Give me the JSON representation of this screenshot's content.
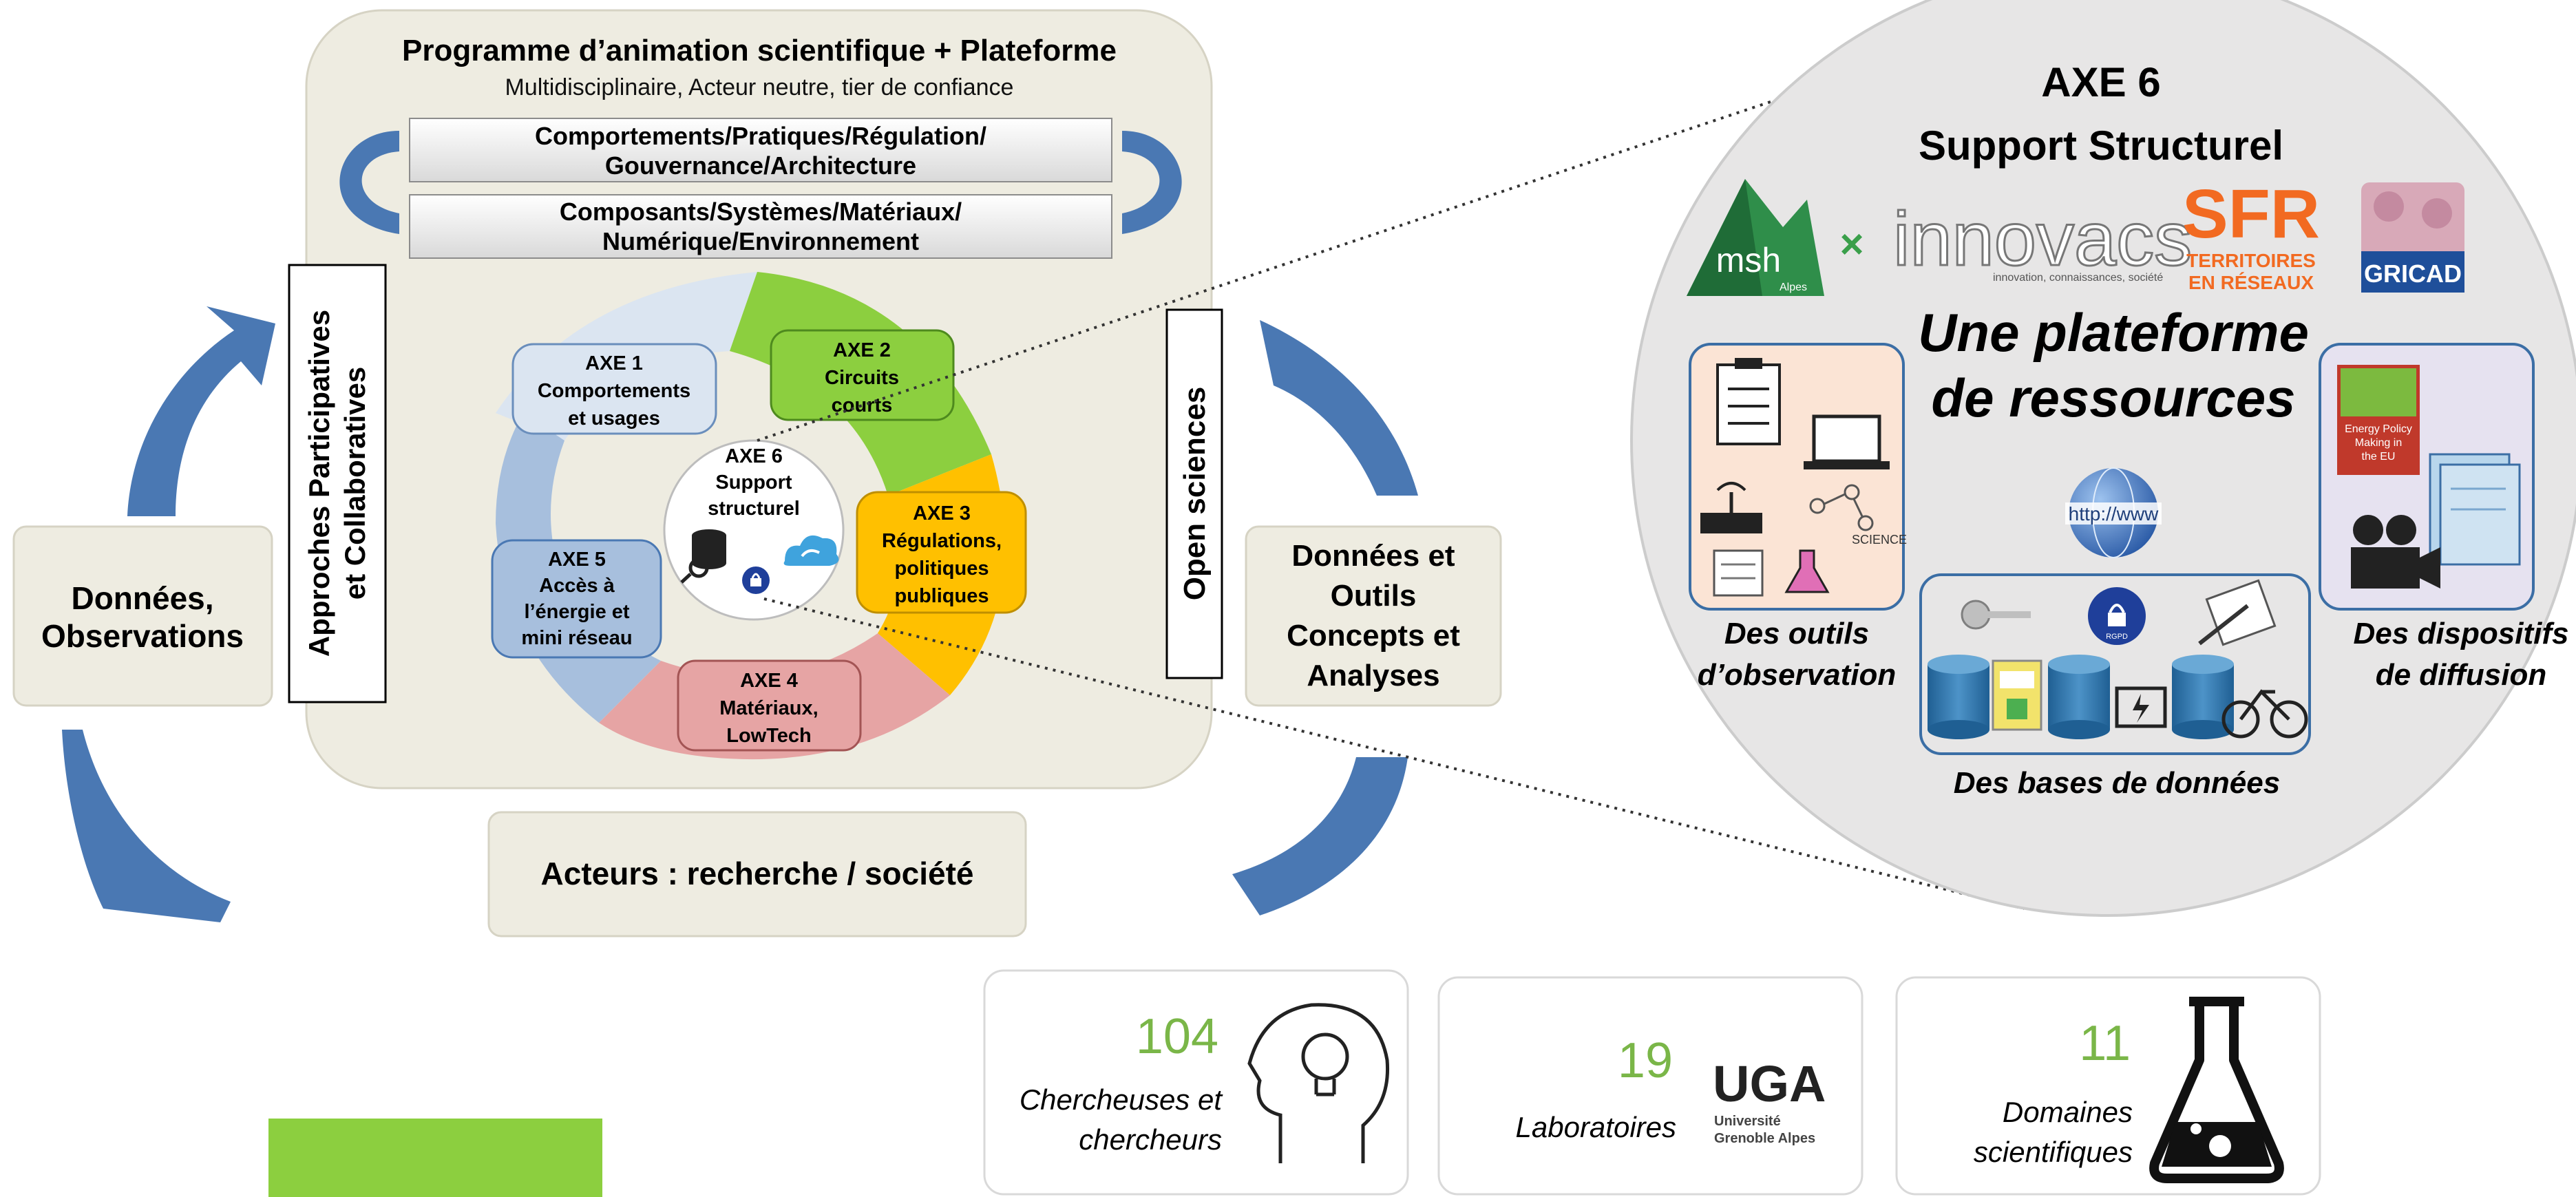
{
  "programme": {
    "title": "Programme d’animation scientifique + Plateforme",
    "subtitle": "Multidisciplinaire, Acteur neutre, tier de confiance",
    "bars": [
      [
        "Comportements/Pratiques/Régulation/",
        "Gouvernance/Architecture"
      ],
      [
        "Composants/Systèmes/Matériaux/",
        "Numérique/Environnement"
      ]
    ]
  },
  "side_labels": {
    "left_box": [
      "Approches Participatives",
      "et Collaboratives"
    ],
    "right_box": "Open sciences"
  },
  "outer_boxes": {
    "left": [
      "Données,",
      "Observations"
    ],
    "right": [
      "Données et",
      "Outils",
      "Concepts et",
      "Analyses"
    ],
    "bottom": "Acteurs : recherche / société"
  },
  "axes": [
    {
      "lines": [
        "AXE 1",
        "Comportements",
        "et usages"
      ],
      "color": "#dbe5f1"
    },
    {
      "lines": [
        "AXE 2",
        "Circuits",
        "courts"
      ],
      "color": "#8ccf3f"
    },
    {
      "lines": [
        "AXE 3",
        "Régulations,",
        "politiques",
        "publiques"
      ],
      "color": "#ffc000"
    },
    {
      "lines": [
        "AXE 4",
        "Matériaux,",
        "LowTech"
      ],
      "color": "#e6a4a4"
    },
    {
      "lines": [
        "AXE 5",
        "Accès à",
        "l’énergie et",
        "mini réseau"
      ],
      "color": "#a7bfdd"
    },
    {
      "lines": [
        "AXE 6",
        "Support",
        "structurel"
      ],
      "color": "#ffffff"
    }
  ],
  "axe6_panel": {
    "title": [
      "AXE 6",
      "Support Structurel"
    ],
    "logos": {
      "msh": "msh",
      "msh_sub": "Alpes",
      "innovacs": "innovacs",
      "innovacs_tagline": "innovation, connaissances, société",
      "sfr": "SFR",
      "sfr_sub": [
        "TERRITOIRES",
        "EN RÉSEAUX"
      ],
      "gricad": "GRICAD"
    },
    "heading": [
      "Une plateforme",
      "de ressources"
    ],
    "globe_text": "http://www",
    "book_title": [
      "Energy Policy",
      "Making in",
      "the EU"
    ],
    "rgpd": "RGPD",
    "science": "SCIENCE",
    "captions": {
      "observation": [
        "Des outils",
        "d’observation"
      ],
      "diffusion": [
        "Des dispositifs",
        "de diffusion"
      ],
      "databases": "Des bases de données"
    }
  },
  "stats": [
    {
      "value": "104",
      "label": [
        "Chercheuses et",
        "chercheurs"
      ]
    },
    {
      "value": "19",
      "label": [
        "Laboratoires"
      ],
      "logo": "UGA",
      "logo_sub": [
        "Université",
        "Grenoble Alpes"
      ]
    },
    {
      "value": "11",
      "label": [
        "Domaines",
        "scientifiques"
      ]
    }
  ],
  "colors": {
    "arrow_blue": "#4a78b3",
    "stat_green": "#7ab648",
    "beige": "#eeece1",
    "panel_gray": "#e7e6e6",
    "green_block": "#8ccf3f"
  }
}
